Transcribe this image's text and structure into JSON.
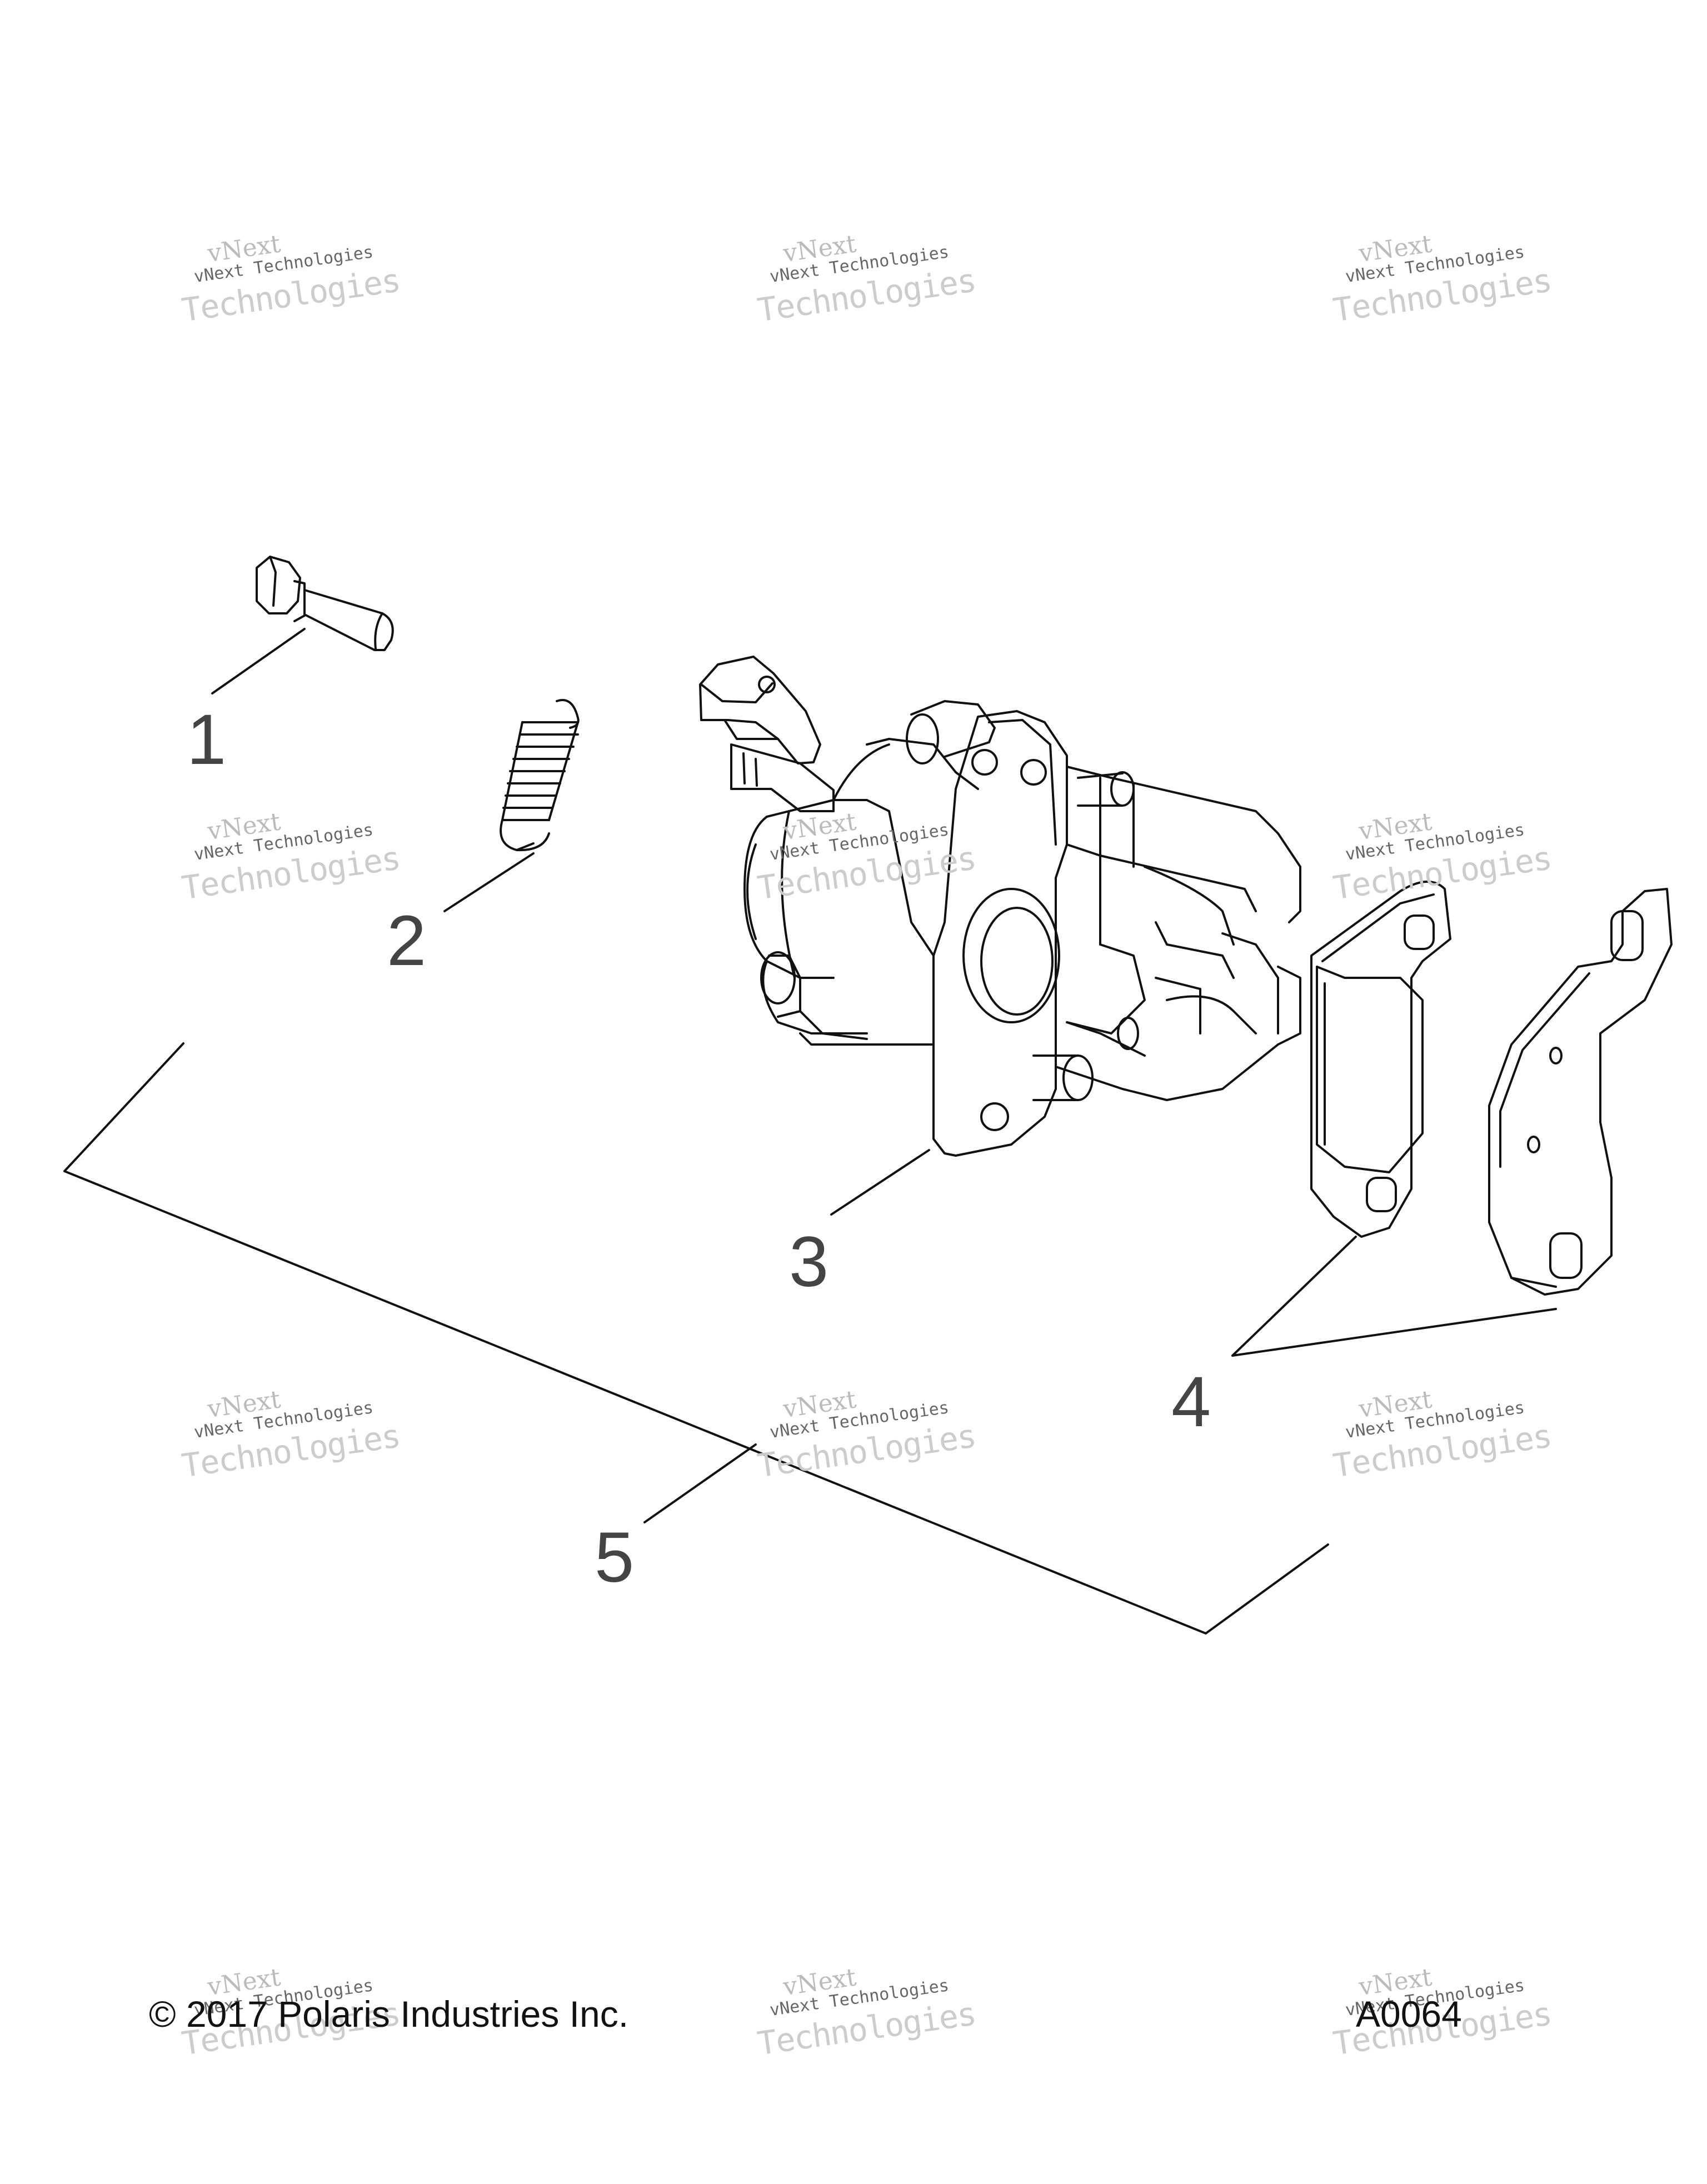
{
  "callouts": [
    {
      "num": "1"
    },
    {
      "num": "2"
    },
    {
      "num": "3"
    },
    {
      "num": "4"
    },
    {
      "num": "5"
    }
  ],
  "watermark": {
    "line1": "vNext",
    "line2": "vNext Technologies",
    "line3": "Technologies"
  },
  "footer": {
    "copyright": "© 2017 Polaris Industries Inc.",
    "code": "A0064"
  },
  "colors": {
    "line": "#111111",
    "callout_text": "#444444",
    "watermark": "#bbbbbb"
  }
}
